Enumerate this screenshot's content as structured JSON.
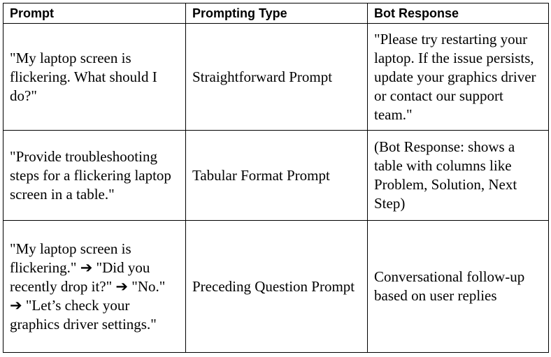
{
  "table": {
    "headers": [
      "Prompt",
      "Prompting Type",
      "Bot Response"
    ],
    "rows": [
      {
        "prompt": "\"My laptop screen is flickering. What should I do?\"",
        "type": "Straightforward Prompt",
        "response": "\"Please try restarting your laptop. If the issue persists, update your graphics driver or contact our support team.\""
      },
      {
        "prompt": "\"Provide troubleshooting steps for a flickering laptop screen in a table.\"",
        "type": "Tabular Format Prompt",
        "response": "(Bot Response: shows a table with columns like Problem, Solution, Next Step)"
      },
      {
        "prompt": "\"My laptop screen is flickering.\" ➔ \"Did you recently drop it?\" ➔ \"No.\" ➔ \"Let’s check your graphics driver settings.\"",
        "type": "Preceding Question Prompt",
        "response": "Conversational follow-up based on user replies"
      }
    ]
  }
}
